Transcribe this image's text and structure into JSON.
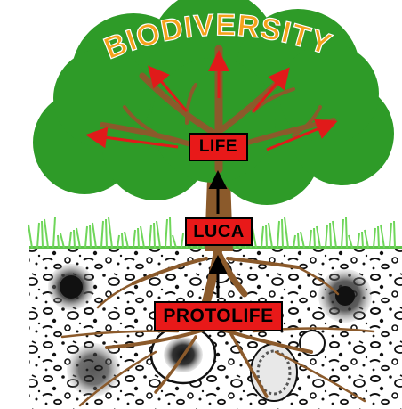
{
  "diagram": {
    "title": "BIODIVERSITY",
    "stages": {
      "life": "LIFE",
      "luca": "LUCA",
      "protolife": "PROTOLIFE"
    }
  },
  "colors": {
    "canopy": "#2e9b28",
    "title": "#f5a21b",
    "trunk": "#8b5a2b",
    "arrow": "#e01a1a",
    "box": "#e81919",
    "grass": "#6fd65a",
    "soil_ink": "#111111"
  },
  "icons": [
    "tree-canopy",
    "tree-trunk",
    "roots",
    "grass",
    "soil-texture",
    "arrow-up"
  ]
}
